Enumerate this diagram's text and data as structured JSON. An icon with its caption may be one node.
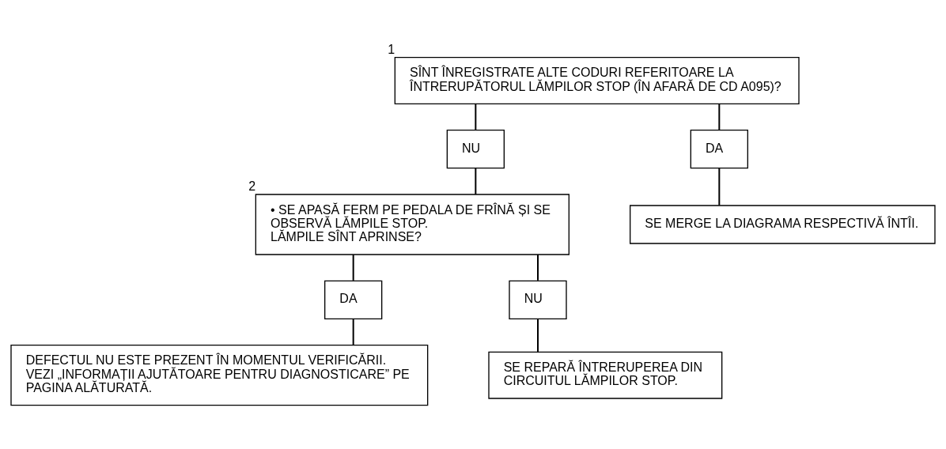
{
  "diagram": {
    "nodes": [
      {
        "text": [
          "SÎNT ÎNREGISTRATE ALTE CODURI REFERITOARE LA ÎNTRERUPĂTORUL LĂMPILOR STOP (ÎN AFARĂ DE CD A095)?"
        ],
        "beside": [
          "1"
        ]
      },
      {
        "text": [
          "NU"
        ]
      },
      {
        "text": [
          "DA"
        ]
      },
      {
        "text": [
          "SE MERGE LA DIAGRAMA RESPECTIVĂ ÎNTÎI."
        ]
      },
      {
        "text": [
          "• SE APASĂ FERM PE PEDALA DE FRÎNĂ ȘI SE OBSERVĂ LĂMPILE STOP.",
          "LĂMPILE SÎNT APRINSE?"
        ],
        "beside": [
          "2"
        ]
      },
      {
        "text": [
          "DA"
        ]
      },
      {
        "text": [
          "NU"
        ]
      },
      {
        "text": [
          "DEFECTUL NU ESTE PREZENT ÎN MOMENTUL VERIFICĂRII. VEZI „INFORMAȚII AJUTĂTOARE PENTRU DIAGNOSTICARE” PE PAGINA ALĂTURATĂ."
        ]
      },
      {
        "text": [
          "SE REPARĂ ÎNTRERUPEREA DIN CIRCUITUL LĂMPILOR STOP."
        ]
      }
    ],
    "edges": [
      {
        "from": 0,
        "to": 1,
        "arrow": "none"
      },
      {
        "from": 0,
        "to": 2,
        "arrow": "none"
      },
      {
        "from": 1,
        "to": 4,
        "arrow": "none"
      },
      {
        "from": 2,
        "to": 3,
        "arrow": "none"
      },
      {
        "from": 4,
        "to": 5,
        "arrow": "none"
      },
      {
        "from": 4,
        "to": 6,
        "arrow": "none"
      },
      {
        "from": 5,
        "to": 7,
        "arrow": "none"
      },
      {
        "from": 6,
        "to": 8,
        "arrow": "none"
      }
    ]
  }
}
